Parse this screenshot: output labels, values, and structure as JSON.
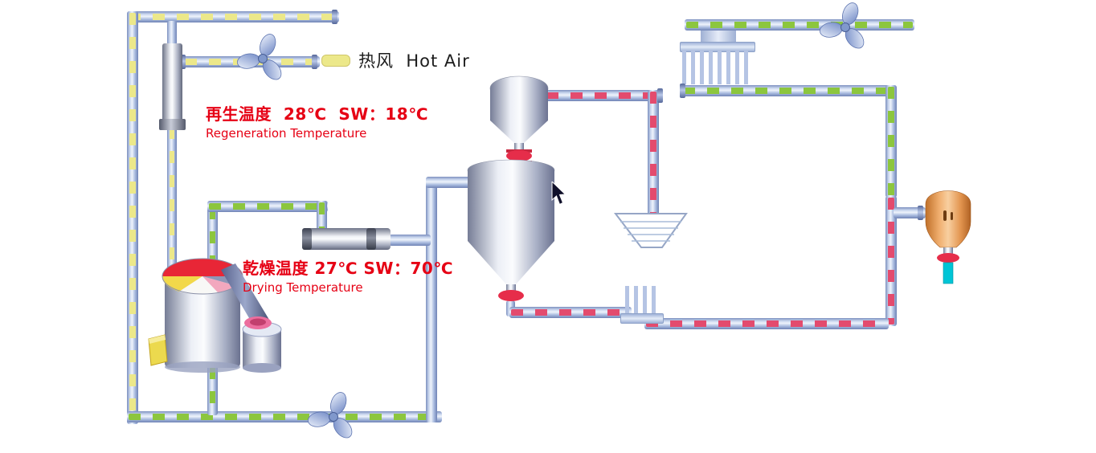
{
  "diagram": {
    "legend": {
      "label": "热风  Hot Air"
    },
    "annotations": {
      "regeneration": {
        "value_line": "再生温度  28℃  SW：18℃",
        "caption": "Regeneration Temperature"
      },
      "drying": {
        "value_line": "乾燥温度 27℃ SW：70℃",
        "caption": "Drying Temperature"
      }
    },
    "icons": [
      "fan-icon",
      "valve-icon",
      "cursor-pointer-icon",
      "hot-air-dash-swatch"
    ],
    "equipment": [
      "hot-air-blower-fan",
      "exhaust-fan",
      "return-air-fan",
      "muffler-filter",
      "regeneration-heater",
      "feed-hopper",
      "drying-hopper-cyclone",
      "honeycomb-rotor-dryer",
      "catch-tank",
      "finned-heat-exchanger",
      "finned-condenser",
      "receiver-vessel"
    ]
  },
  "colors": {
    "hot_air_dash": "#ece88a",
    "green_dash": "#8cc63e",
    "red_dash": "#e34b6e",
    "pipe_light": "#eef3fb",
    "pipe_dark": "#7d90bf",
    "label_red": "#e60014",
    "valve_red": "#e62d4a",
    "vessel_orange": "#eca05c",
    "cyan_accent": "#00c5d6",
    "fan_blue": "#8098cc"
  }
}
